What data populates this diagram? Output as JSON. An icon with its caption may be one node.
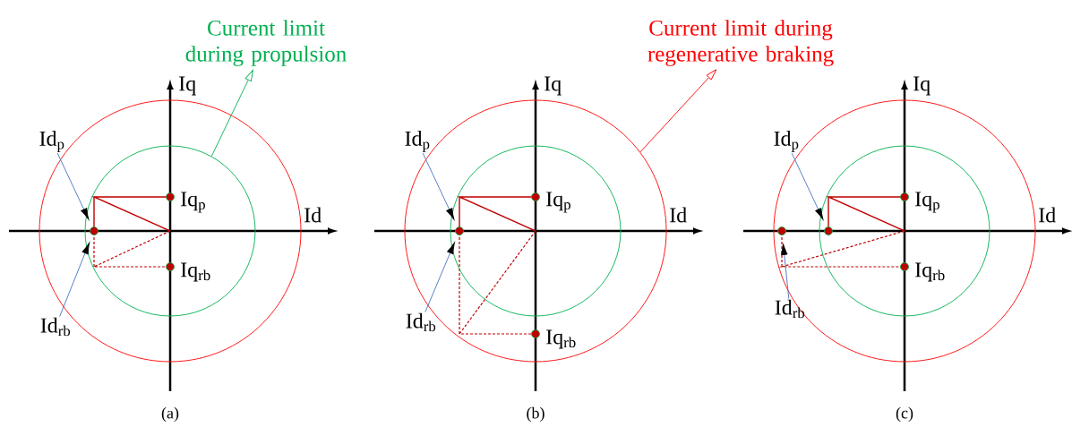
{
  "diagram": {
    "nodes": [
      {
        "text": [
          "Current limit during propulsion"
        ]
      },
      {
        "text": [
          "Current limit during regenerative braking"
        ]
      },
      {
        "text": [],
        "shape": "circle"
      },
      {
        "text": [],
        "shape": "circle",
        "in": 2
      },
      {
        "text": [
          "Id$_{p}$"
        ]
      },
      {
        "text": [
          "Id$_{rb}$"
        ]
      },
      {
        "text": [],
        "shape": "circle",
        "in": 3
      },
      {
        "text": [],
        "shape": "circle"
      },
      {
        "text": [],
        "shape": "circle",
        "in": 7
      },
      {
        "text": [
          "Id$_{p}$"
        ]
      },
      {
        "text": [
          "Id$_{rb}$"
        ]
      },
      {
        "text": [],
        "shape": "circle",
        "in": 8
      },
      {
        "text": [],
        "shape": "circle"
      },
      {
        "text": [],
        "shape": "circle",
        "in": 12
      },
      {
        "text": [
          "Id$_{p}$"
        ]
      },
      {
        "text": [
          "Id$_{rb}$"
        ]
      },
      {
        "text": [],
        "shape": "circle",
        "in": 13
      },
      {
        "text": [],
        "shape": "circle",
        "in": 12
      }
    ],
    "edges": [
      {
        "from": 3,
        "to": 0,
        "arrow": "to",
        "color": "#00b050"
      },
      {
        "from": 7,
        "to": 1,
        "arrow": "to",
        "color": "#ff0000"
      },
      {
        "from": 4,
        "to": 6,
        "arrow": "to"
      },
      {
        "from": 5,
        "to": 6,
        "arrow": "to"
      },
      {
        "from": 9,
        "to": 11,
        "arrow": "to"
      },
      {
        "from": 10,
        "to": 11,
        "arrow": "to"
      },
      {
        "from": 14,
        "to": 16,
        "arrow": "to"
      },
      {
        "from": 15,
        "to": 17,
        "arrow": "to"
      }
    ],
    "labels": [
      "Iq",
      "Iq$_{p}$",
      "Id",
      "Iq$_{rb}$",
      "(a)",
      "Iq",
      "Iq$_{p}$",
      "Id",
      "Iq$_{rb}$",
      "(b)",
      "Iq",
      "Iq$_{p}$",
      "Id",
      "Iq$_{rb}$",
      "(c)"
    ]
  }
}
